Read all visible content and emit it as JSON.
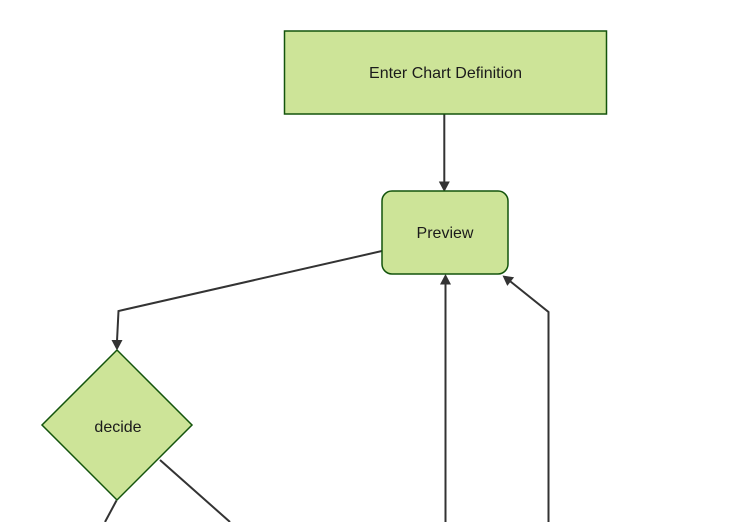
{
  "diagram_type": "flowchart",
  "direction": "top-down",
  "nodes": [
    {
      "id": "enter-chart-definition",
      "label": "Enter Chart Definition",
      "shape": "rectangle"
    },
    {
      "id": "preview",
      "label": "Preview",
      "shape": "rounded-rectangle"
    },
    {
      "id": "decide",
      "label": "decide",
      "shape": "diamond"
    }
  ],
  "edges": [
    {
      "from": "enter-chart-definition",
      "to": "preview",
      "style": "arrow"
    },
    {
      "from": "preview",
      "to": "decide",
      "style": "arrow"
    },
    {
      "from": "offscreen-bottom",
      "to": "preview",
      "style": "arrow"
    },
    {
      "from": "offscreen-bottom-right",
      "to": "preview",
      "style": "arrow"
    },
    {
      "from": "decide",
      "to": "offscreen-bottom",
      "style": "line"
    },
    {
      "from": "decide",
      "to": "offscreen-bottom-right",
      "style": "line"
    }
  ],
  "colors": {
    "background": "#ffffff",
    "node_fill": "#cde498",
    "node_border": "#13540c",
    "edge": "#333333",
    "text": "#1b1b1b"
  }
}
